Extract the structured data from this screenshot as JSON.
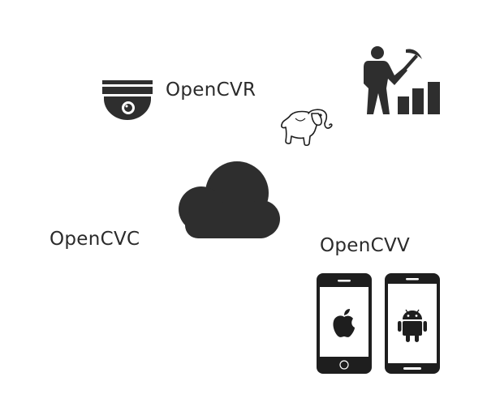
{
  "labels": {
    "opencvr": "OpenCVR",
    "opencvc": "OpenCVC",
    "opencvv": "OpenCVV"
  },
  "icons": {
    "camera": "dome-camera-icon",
    "hadoop": "hadoop-elephant-icon",
    "miner": "data-mining-icon",
    "cloud": "cloud-icon",
    "ios_phone": "ios-phone-icon",
    "android_phone": "android-phone-icon"
  },
  "colors": {
    "icon": "#2e2e2e",
    "text": "#2b2b2b",
    "background": "#ffffff"
  }
}
